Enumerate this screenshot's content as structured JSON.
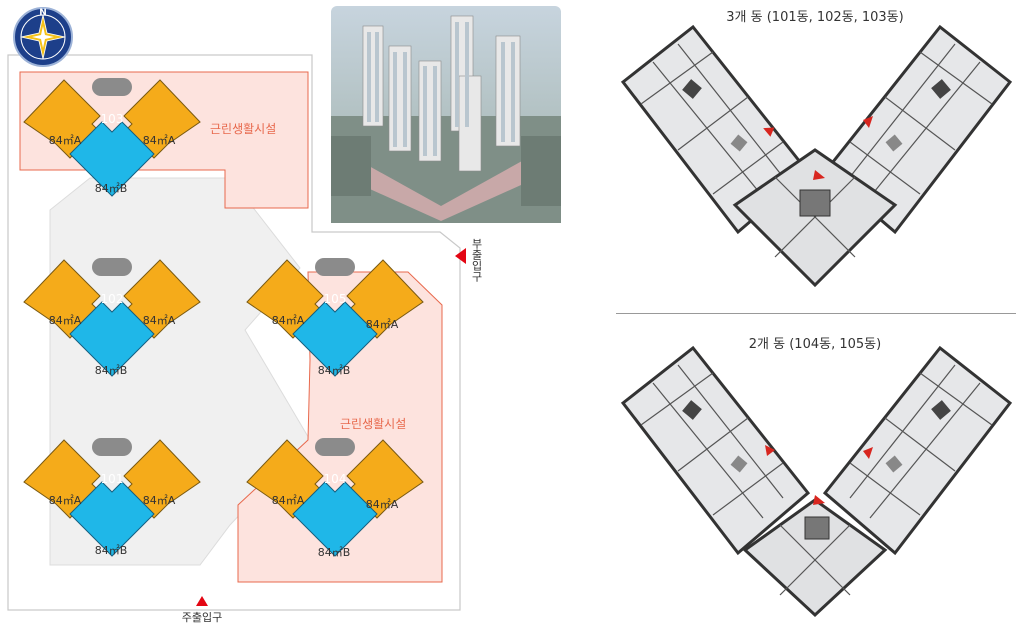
{
  "site": {
    "buildings": [
      {
        "number": "103",
        "left_unit": "84㎡A",
        "right_unit": "84㎡A",
        "bottom_unit": "84㎡B"
      },
      {
        "number": "102",
        "left_unit": "84㎡A",
        "right_unit": "84㎡A",
        "bottom_unit": "84㎡B"
      },
      {
        "number": "101",
        "left_unit": "84㎡A",
        "right_unit": "84㎡A",
        "bottom_unit": "84㎡B"
      },
      {
        "number": "105",
        "left_unit": "84㎡A",
        "right_unit": "84㎡A",
        "bottom_unit": "84㎡B"
      },
      {
        "number": "104",
        "left_unit": "84㎡A",
        "right_unit": "84㎡A",
        "bottom_unit": "84㎡B"
      }
    ],
    "facility_top": "근린생활시설",
    "facility_right": "근린생활시설",
    "sub_entrance": "부출입구",
    "main_entrance": "주출입구",
    "compass_letter": "N"
  },
  "plans": {
    "three_unit_title": "3개 동 (101동, 102동, 103동)",
    "two_unit_title": "2개 동 (104동, 105동)"
  },
  "colors": {
    "unit_a": "#f5ab1a",
    "unit_b": "#1fb7e8",
    "facility_fill": "#fde3de",
    "facility_stroke": "#e8694d",
    "entrance_marker": "#e30613",
    "compass_bg": "#1d3f8a"
  }
}
